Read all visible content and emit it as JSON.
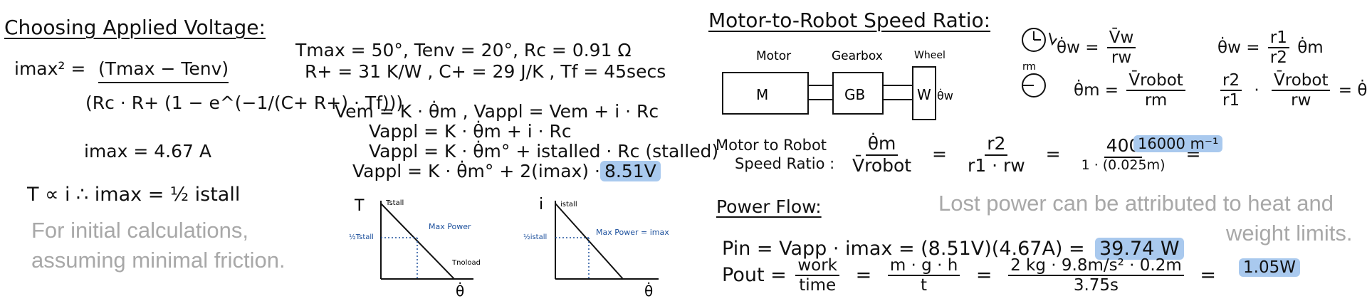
{
  "left": {
    "title": "Choosing Applied Voltage:",
    "imax_sq_lhs": "imax² =",
    "imax_sq_num": "(Tmax − Tenv)",
    "imax_sq_den": "(Rc · R+ (1 − e^(−1/(C+ R+) · Tf)))",
    "imax_result": "imax = 4.67 A",
    "proportional": "T ∝ i ∴ imax = ½ istall",
    "note_line1": "For initial calculations,",
    "note_line2": "assuming minimal friction."
  },
  "middle": {
    "params_line1": "Tmax = 50°, Tenv = 20°, Rc = 0.91 Ω",
    "params_line2": "R+ = 31 K/W , C+ = 29 J/K , Tf = 45secs",
    "eq1": "Vem = K · θ̇m , Vappl = Vem + i · Rc",
    "eq2": "Vappl = K · θ̇m + i · Rc",
    "eq3": "Vappl = K · θ̇m° + istalled · Rc (stalled)",
    "eq4": "Vappl = K · θ̇m° + 2(imax) · Rc =",
    "vappl_result": "8.51V",
    "graph1": {
      "y_axis": "T",
      "x_axis": "θ̇",
      "top_label": "Tstall",
      "half_label": "½Tstall",
      "curve_label": "Max Power",
      "end_label": "Tnoload"
    },
    "graph2": {
      "y_axis": "i",
      "x_axis": "θ̇",
      "top_label": "istall",
      "half_label": "½istall",
      "curve_label": "Max Power = imax"
    }
  },
  "right": {
    "title": "Motor-to-Robot Speed Ratio:",
    "diagram": {
      "motor_label": "Motor",
      "gearbox_label": "Gearbox",
      "wheel_label": "Wheel",
      "motor_box": "M",
      "gearbox_box": "GB",
      "wheel_box": "W",
      "omega_label": "θ̇w"
    },
    "ratio_label_line1": "Motor to Robot",
    "ratio_label_line2": "Speed Ratio :",
    "ratio_num": "θ̇m",
    "ratio_den": "V̄robot",
    "ratio_eq1_num": "r2",
    "ratio_eq1_den": "r1 · rw",
    "ratio_eq2_num": "400",
    "ratio_eq2_den": "1 · (0.025m)",
    "ratio_result": "16000 m⁻¹",
    "power_title": "Power Flow:",
    "pin": "Pin = Vapp · imax = (8.51V)(4.67A) =",
    "pin_result": "39.74 W",
    "pout_prefix": "Pout =",
    "pout_f1_num": "work",
    "pout_f1_den": "time",
    "pout_f2_num": "m · g · h",
    "pout_f2_den": "t",
    "pout_f3_num": "2 kg · 9.8m/s² · 0.2m",
    "pout_f3_den": "3.75s",
    "pout_result": "1.05W",
    "lost_line1": "Lost power can be attributed to heat and",
    "lost_line2": "weight limits.",
    "kin": {
      "rw_label": "rm",
      "w1_lhs": "θ̇w =",
      "w1_num": "V̄w",
      "w1_den": "rw",
      "w2_lhs": "θ̇m =",
      "w2_num": "V̄robot",
      "w2_den": "rm",
      "w3_lhs": "θ̇w =",
      "w3_num": "r1",
      "w3_den": "r2",
      "w3_rhs": "θ̇m",
      "w4_num1": "r2",
      "w4_den1": "r1",
      "w4_num2": "V̄robot",
      "w4_den2": "rw",
      "w4_rhs": "= θ̇m"
    }
  }
}
